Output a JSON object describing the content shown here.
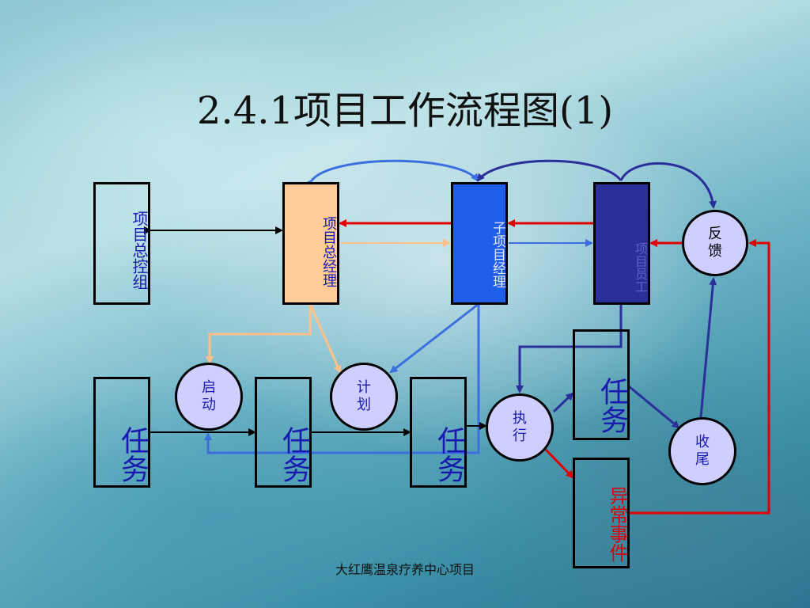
{
  "title": "2.4.1项目工作流程图(1)",
  "footer": "大红鹰温泉疗养中心项目",
  "nodes": {
    "control_group": "项目总控组",
    "project_manager": "项目总经理",
    "sub_project_manager": "子项目经理",
    "project_staff": "项目员工",
    "feedback": "反馈",
    "start": "启动",
    "plan": "计划",
    "task_1": "任务",
    "task_2": "任务",
    "task_3": "任务",
    "task_4": "任务",
    "execute": "执行",
    "close": "收尾",
    "exception": "异常事件"
  },
  "colors": {
    "project_manager_fill": "#ffcc99",
    "sub_project_manager_fill": "#1f5fe8",
    "project_staff_fill": "#2b2f9a",
    "circle_fill": "#cfcfff",
    "red_arrow": "#e00000",
    "blue_arrow": "#3b6fe0",
    "dark_blue_arrow": "#2a2f9a",
    "orange_arrow": "#ffc08a"
  }
}
